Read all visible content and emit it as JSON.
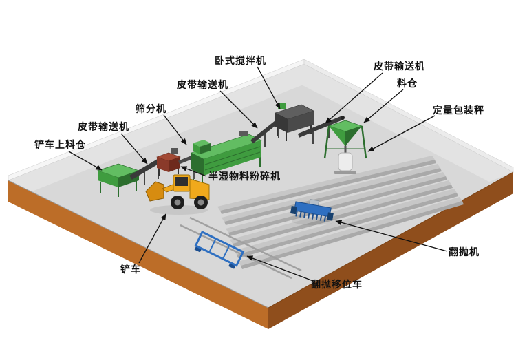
{
  "scene": {
    "type": "isometric-plant-layout",
    "windrow_count": 6
  },
  "colors": {
    "floor_top": "#d8d8d8",
    "floor_aisle": "#e3e3e3",
    "wall_left": "#f6f6f6",
    "wall_right": "#ececec",
    "side_left": "#bc6d28",
    "side_right": "#8f4e1c",
    "windrow": "#c7c7c7",
    "windrow_shadow": "#a9a9a9",
    "machine_green": "#3f9c3f",
    "machine_green_light": "#62bd62",
    "machine_green_dark": "#2c6e2e",
    "conveyor_dark": "#3a3a3a",
    "crusher_red": "#8a3a2a",
    "crusher_red_light": "#a34a35",
    "crusher_red_dark": "#6e2a1c",
    "mixer_top": "#5f5f5f",
    "mixer_left": "#383838",
    "mixer_right": "#4a4a4a",
    "loader_yellow": "#f0a91c",
    "loader_yellow_dark": "#d78c10",
    "turner_blue": "#2e6fc1",
    "turner_blue_dark": "#1b4e8f",
    "label_color": "#111111"
  },
  "labels": [
    {
      "id": "loader-feed-hopper",
      "text": "铲车上料仓"
    },
    {
      "id": "belt-conveyor-left",
      "text": "皮带输送机"
    },
    {
      "id": "screening-machine",
      "text": "筛分机"
    },
    {
      "id": "belt-conveyor-middle",
      "text": "皮带输送机"
    },
    {
      "id": "horizontal-mixer",
      "text": "卧式搅拌机"
    },
    {
      "id": "belt-conveyor-right",
      "text": "皮带输送机"
    },
    {
      "id": "storage-silo",
      "text": "料仓"
    },
    {
      "id": "packing-scale",
      "text": "定量包装秤"
    },
    {
      "id": "semi-wet-crusher",
      "text": "半湿物料粉碎机"
    },
    {
      "id": "wheel-loader",
      "text": "铲车"
    },
    {
      "id": "turner-shift-cart",
      "text": "翻抛移位车"
    },
    {
      "id": "compost-turner",
      "text": "翻抛机"
    }
  ]
}
